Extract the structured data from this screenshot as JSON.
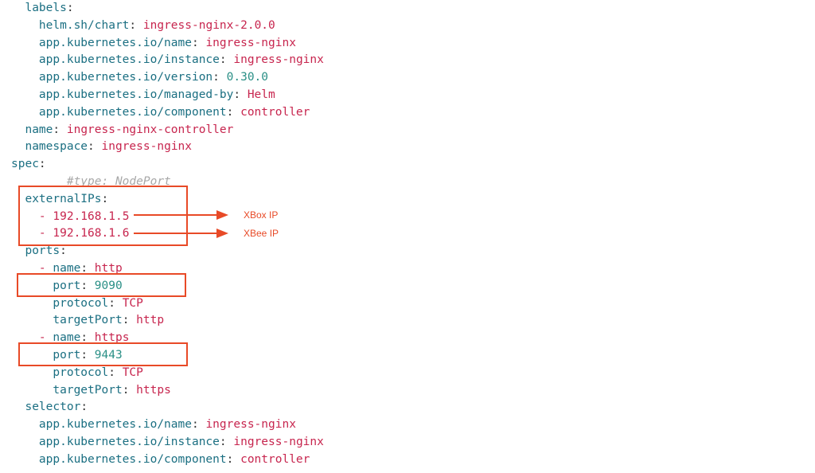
{
  "code_lines": [
    {
      "indent": "  ",
      "dash": "",
      "key": "labels",
      "sep": ":",
      "value": "",
      "vtype": "val"
    },
    {
      "indent": "    ",
      "dash": "",
      "key": "helm.sh/chart",
      "sep": ": ",
      "value": "ingress-nginx-2.0.0",
      "vtype": "val"
    },
    {
      "indent": "    ",
      "dash": "",
      "key": "app.kubernetes.io/name",
      "sep": ": ",
      "value": "ingress-nginx",
      "vtype": "val"
    },
    {
      "indent": "    ",
      "dash": "",
      "key": "app.kubernetes.io/instance",
      "sep": ": ",
      "value": "ingress-nginx",
      "vtype": "val"
    },
    {
      "indent": "    ",
      "dash": "",
      "key": "app.kubernetes.io/version",
      "sep": ": ",
      "value": "0.30.0",
      "vtype": "num"
    },
    {
      "indent": "    ",
      "dash": "",
      "key": "app.kubernetes.io/managed-by",
      "sep": ": ",
      "value": "Helm",
      "vtype": "val"
    },
    {
      "indent": "    ",
      "dash": "",
      "key": "app.kubernetes.io/component",
      "sep": ": ",
      "value": "controller",
      "vtype": "val"
    },
    {
      "indent": "  ",
      "dash": "",
      "key": "name",
      "sep": ": ",
      "value": "ingress-nginx-controller",
      "vtype": "val"
    },
    {
      "indent": "  ",
      "dash": "",
      "key": "namespace",
      "sep": ": ",
      "value": "ingress-nginx",
      "vtype": "val"
    },
    {
      "indent": "",
      "dash": "",
      "key": "spec",
      "sep": ":",
      "value": "",
      "vtype": "val"
    },
    {
      "indent": "        ",
      "dash": "",
      "key": "",
      "sep": "",
      "value": "#type: NodePort",
      "vtype": "comment"
    },
    {
      "indent": "  ",
      "dash": "",
      "key": "externalIPs",
      "sep": ":",
      "value": "",
      "vtype": "val"
    },
    {
      "indent": "    ",
      "dash": "- ",
      "key": "",
      "sep": "",
      "value": "192.168.1.5",
      "vtype": "val"
    },
    {
      "indent": "    ",
      "dash": "- ",
      "key": "",
      "sep": "",
      "value": "192.168.1.6",
      "vtype": "val"
    },
    {
      "indent": "  ",
      "dash": "",
      "key": "ports",
      "sep": ":",
      "value": "",
      "vtype": "val"
    },
    {
      "indent": "    ",
      "dash": "- ",
      "key": "name",
      "sep": ": ",
      "value": "http",
      "vtype": "val"
    },
    {
      "indent": "      ",
      "dash": "",
      "key": "port",
      "sep": ": ",
      "value": "9090",
      "vtype": "num"
    },
    {
      "indent": "      ",
      "dash": "",
      "key": "protocol",
      "sep": ": ",
      "value": "TCP",
      "vtype": "val"
    },
    {
      "indent": "      ",
      "dash": "",
      "key": "targetPort",
      "sep": ": ",
      "value": "http",
      "vtype": "val"
    },
    {
      "indent": "    ",
      "dash": "- ",
      "key": "name",
      "sep": ": ",
      "value": "https",
      "vtype": "val"
    },
    {
      "indent": "      ",
      "dash": "",
      "key": "port",
      "sep": ": ",
      "value": "9443",
      "vtype": "num"
    },
    {
      "indent": "      ",
      "dash": "",
      "key": "protocol",
      "sep": ": ",
      "value": "TCP",
      "vtype": "val"
    },
    {
      "indent": "      ",
      "dash": "",
      "key": "targetPort",
      "sep": ": ",
      "value": "https",
      "vtype": "val"
    },
    {
      "indent": "  ",
      "dash": "",
      "key": "selector",
      "sep": ":",
      "value": "",
      "vtype": "val"
    },
    {
      "indent": "    ",
      "dash": "",
      "key": "app.kubernetes.io/name",
      "sep": ": ",
      "value": "ingress-nginx",
      "vtype": "val"
    },
    {
      "indent": "    ",
      "dash": "",
      "key": "app.kubernetes.io/instance",
      "sep": ": ",
      "value": "ingress-nginx",
      "vtype": "val"
    },
    {
      "indent": "    ",
      "dash": "",
      "key": "app.kubernetes.io/component",
      "sep": ": ",
      "value": "controller",
      "vtype": "val"
    }
  ],
  "annotations": {
    "xbox_label": "XBox IP",
    "xbee_label": "XBee IP"
  },
  "colors": {
    "key": "#1b6f82",
    "value": "#c7254e",
    "number": "#2a8f86",
    "comment": "#a8a8a8",
    "highlight": "#e84a27"
  },
  "icons": {
    "arrow": "arrow-right-icon"
  }
}
